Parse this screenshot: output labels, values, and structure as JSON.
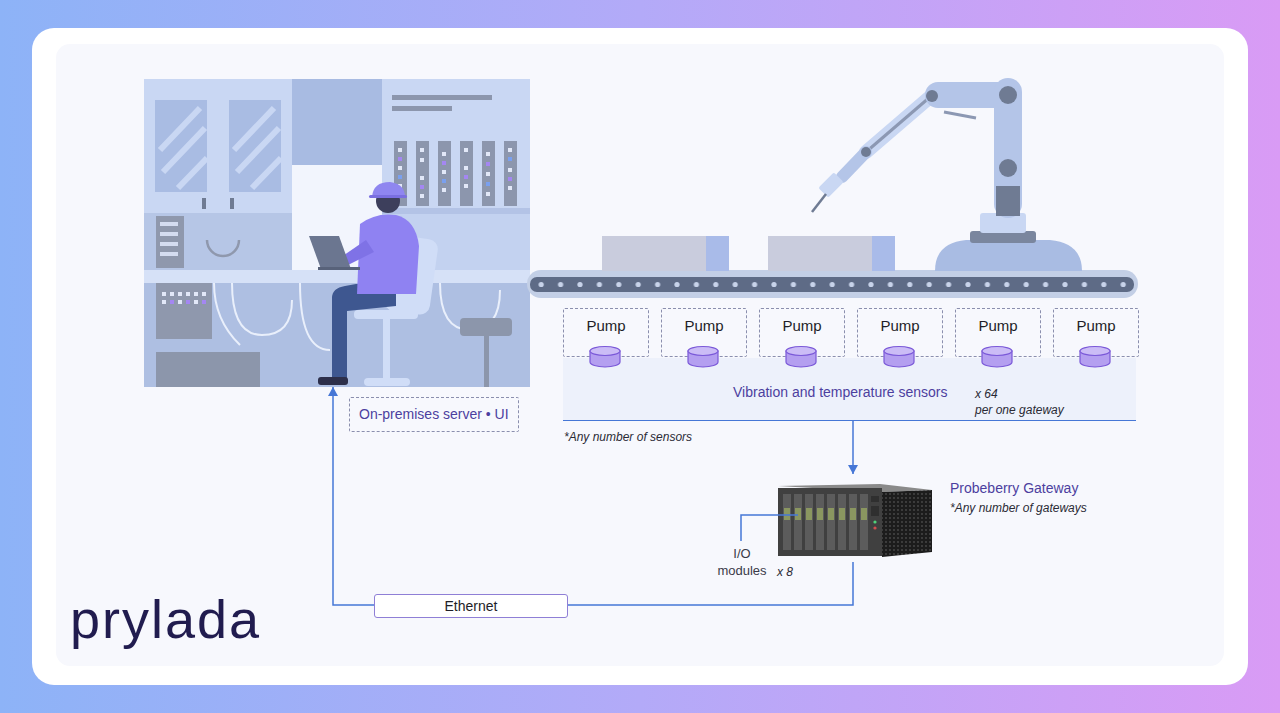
{
  "diagram": {
    "nodes": [
      {
        "text": [
          "On-premises server • UI"
        ]
      },
      {
        "text": [
          "Vibration and temperature sensors",
          "x 64",
          "per one gateway"
        ]
      },
      {
        "text": [
          "Pump"
        ],
        "in": 1
      },
      {
        "text": [
          "Pump"
        ],
        "in": 1
      },
      {
        "text": [
          "Pump"
        ],
        "in": 1
      },
      {
        "text": [
          "Pump"
        ],
        "in": 1
      },
      {
        "text": [
          "Pump"
        ],
        "in": 1
      },
      {
        "text": [
          "Pump"
        ],
        "in": 1
      },
      {
        "text": [
          "Probeberry Gateway",
          "*Any number of gateways"
        ]
      }
    ],
    "edges": [
      {
        "from": 1,
        "to": 8,
        "arrow": "to"
      },
      {
        "from": 8,
        "to": 0,
        "label": "Ethernet",
        "arrow": "to"
      }
    ],
    "labels": [
      "*Any number of sensors",
      "I/O modules",
      "x 8",
      "prylada"
    ]
  }
}
